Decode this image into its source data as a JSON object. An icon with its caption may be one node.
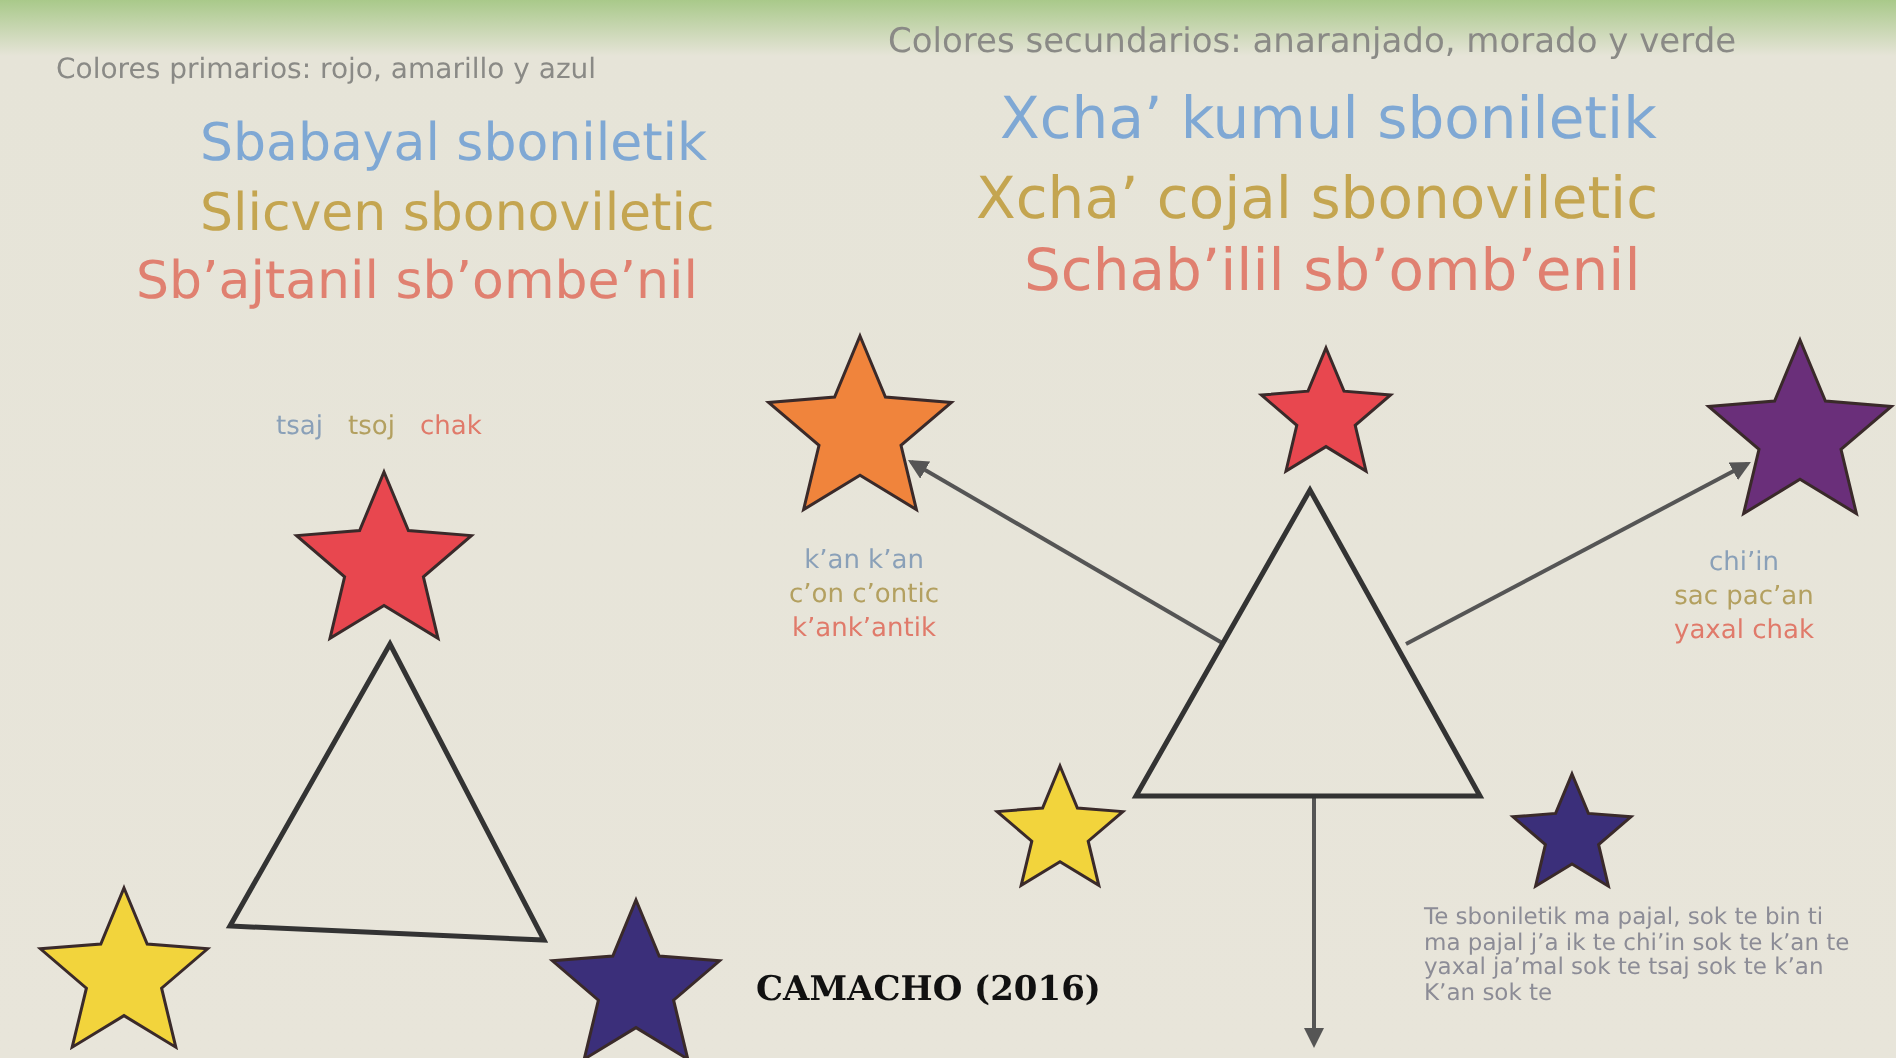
{
  "diagram": {
    "nodes": [
      {
        "text": [],
        "shape": "star",
        "beside": [
          "tsaj",
          "tsoj",
          "chak"
        ]
      },
      {
        "text": [],
        "shape": "triangle"
      },
      {
        "text": [],
        "shape": "star"
      },
      {
        "text": [],
        "shape": "star"
      },
      {
        "text": [],
        "shape": "star",
        "beside": [
          "k’an k’an",
          "c’on c’ontic",
          "k’ank’antik"
        ]
      },
      {
        "text": [],
        "shape": "star"
      },
      {
        "text": [],
        "shape": "star",
        "beside": [
          "chi’in",
          "sac pac’an",
          "yaxal chak"
        ]
      },
      {
        "text": [],
        "shape": "triangle"
      },
      {
        "text": [],
        "shape": "star"
      },
      {
        "text": [],
        "shape": "star"
      }
    ],
    "edges": [
      {
        "from": 7,
        "to": 4,
        "arrow": "to"
      },
      {
        "from": 7,
        "to": 6,
        "arrow": "to"
      },
      {
        "from": 7,
        "to": null,
        "arrow": "to"
      }
    ],
    "labels": [
      "Colores primarios: rojo, amarillo y azul",
      "Sbabayal sboniletik",
      "Slicven sbonoviletic",
      "Sb’ajtanil sb’ombe’nil",
      "Colores secundarios: anaranjado, morado y verde",
      "Xcha’ kumul sboniletik",
      "Xcha’ cojal sbonoviletic",
      "Schab’ilil sb’omb’enil",
      "Te sboniletik ma pajal, sok te bin ti ma pajal j’a ik te chi’in sok te k’an te yaxal ja’mal sok te tsaj sok te k’an K’an sok te",
      "CAMACHO (2016)"
    ]
  }
}
